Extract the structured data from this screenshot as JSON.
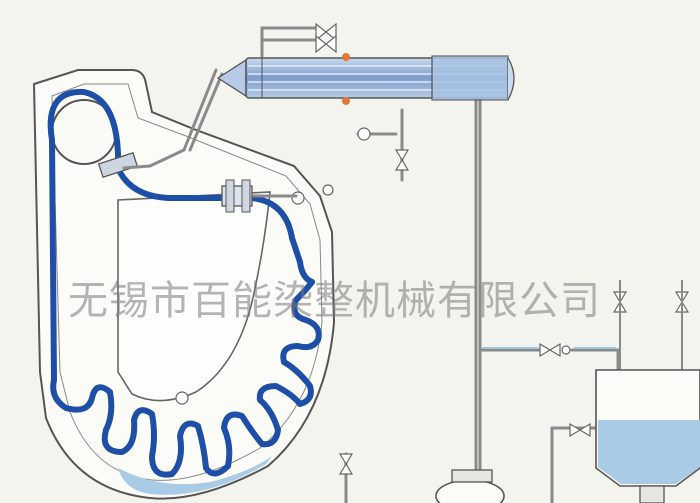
{
  "diagram": {
    "watermark": "无锡市百能染整机械有限公司",
    "colors": {
      "background": "#f4f4ef",
      "outline": "#555555",
      "pipe": "#8a8a8a",
      "fabric_path": "#1e4fa8",
      "liquor": "#a9cbe6",
      "heat_exchanger": "#6b8ec0",
      "valve_marker": "#e07a3a"
    },
    "components": [
      "dyeing-vessel",
      "guide-roller",
      "nozzle",
      "fabric-path",
      "heat-exchanger",
      "supply-pipe",
      "expansion-tank",
      "circulation-pump",
      "valves"
    ]
  }
}
